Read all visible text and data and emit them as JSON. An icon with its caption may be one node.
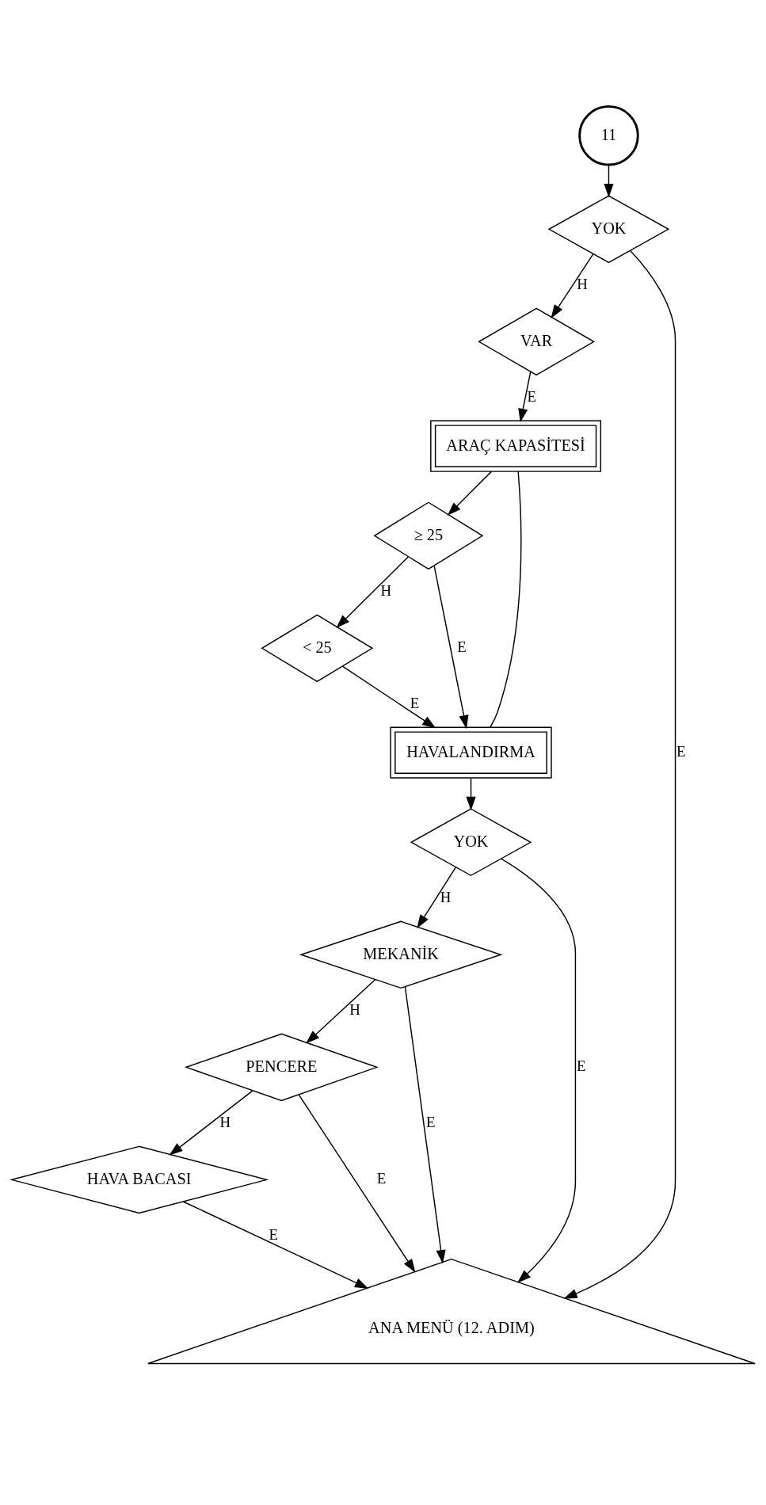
{
  "diagram": {
    "nodes": [
      {
        "text": [
          "11"
        ]
      },
      {
        "text": [
          "YOK"
        ]
      },
      {
        "text": [
          "VAR"
        ]
      },
      {
        "text": [
          "ARAÇ KAPASİTESİ"
        ]
      },
      {
        "text": [
          "≥ 25"
        ]
      },
      {
        "text": [
          "< 25"
        ]
      },
      {
        "text": [
          "HAVALANDIRMA"
        ]
      },
      {
        "text": [
          "YOK"
        ]
      },
      {
        "text": [
          "MEKANİK"
        ]
      },
      {
        "text": [
          "PENCERE"
        ]
      },
      {
        "text": [
          "HAVA BACASI"
        ]
      },
      {
        "text": [
          "ANA MENÜ (12. ADIM)"
        ]
      }
    ],
    "edges": [
      {
        "from": 0,
        "to": 1,
        "arrow": "to"
      },
      {
        "from": 1,
        "to": 2,
        "arrow": "to",
        "label": "H"
      },
      {
        "from": 1,
        "to": 11,
        "arrow": "to",
        "label": "E"
      },
      {
        "from": 2,
        "to": 3,
        "arrow": "to",
        "label": "E"
      },
      {
        "from": 3,
        "to": 4,
        "arrow": "to"
      },
      {
        "from": 4,
        "to": 5,
        "arrow": "to",
        "label": "H"
      },
      {
        "from": 4,
        "to": 6,
        "arrow": "to",
        "label": "E"
      },
      {
        "from": 5,
        "to": 6,
        "arrow": "to",
        "label": "E"
      },
      {
        "from": 3,
        "to": 6,
        "arrow": "none"
      },
      {
        "from": 6,
        "to": 7,
        "arrow": "to"
      },
      {
        "from": 7,
        "to": 8,
        "arrow": "to",
        "label": "H"
      },
      {
        "from": 8,
        "to": 9,
        "arrow": "to",
        "label": "H"
      },
      {
        "from": 9,
        "to": 10,
        "arrow": "to",
        "label": "H"
      },
      {
        "from": 7,
        "to": 11,
        "arrow": "to",
        "label": "E"
      },
      {
        "from": 8,
        "to": 11,
        "arrow": "to",
        "label": "E"
      },
      {
        "from": 9,
        "to": 11,
        "arrow": "to",
        "label": "E"
      },
      {
        "from": 10,
        "to": 11,
        "arrow": "to",
        "label": "E"
      }
    ]
  }
}
